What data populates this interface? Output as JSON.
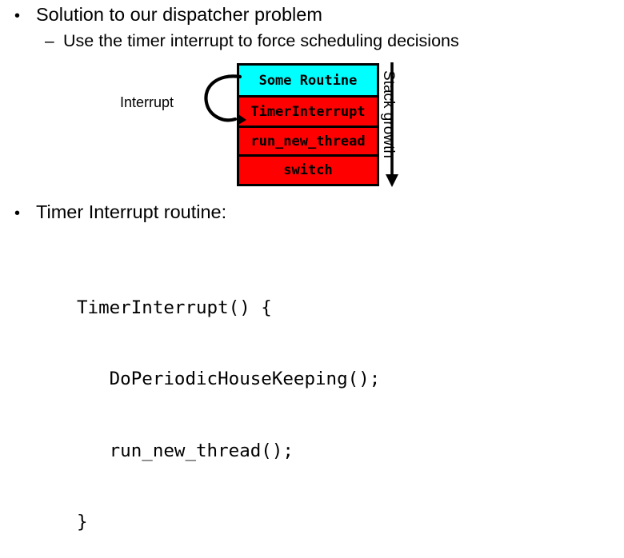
{
  "slide": {
    "bullets": [
      {
        "marker": "•",
        "text": "Solution to our dispatcher problem"
      },
      {
        "marker": "–",
        "text": "Use the timer interrupt to force scheduling decisions"
      },
      {
        "marker": "•",
        "text": "Timer Interrupt routine:"
      }
    ]
  },
  "diagram": {
    "interrupt_label": "Interrupt",
    "stack_growth_label": "Stack growth",
    "colors": {
      "active_frame": "#00ffff",
      "interrupt_frame": "#ff0000",
      "border": "#000000",
      "background": "#ffffff"
    },
    "frames": [
      {
        "label": "Some Routine",
        "color": "#00ffff"
      },
      {
        "label": "TimerInterrupt",
        "color": "#ff0000"
      },
      {
        "label": "run_new_thread",
        "color": "#ff0000"
      },
      {
        "label": "switch",
        "color": "#ff0000"
      }
    ]
  },
  "code": {
    "lines": [
      "TimerInterrupt() {",
      "   DoPeriodicHouseKeeping();",
      "   run_new_thread();",
      "}"
    ]
  }
}
